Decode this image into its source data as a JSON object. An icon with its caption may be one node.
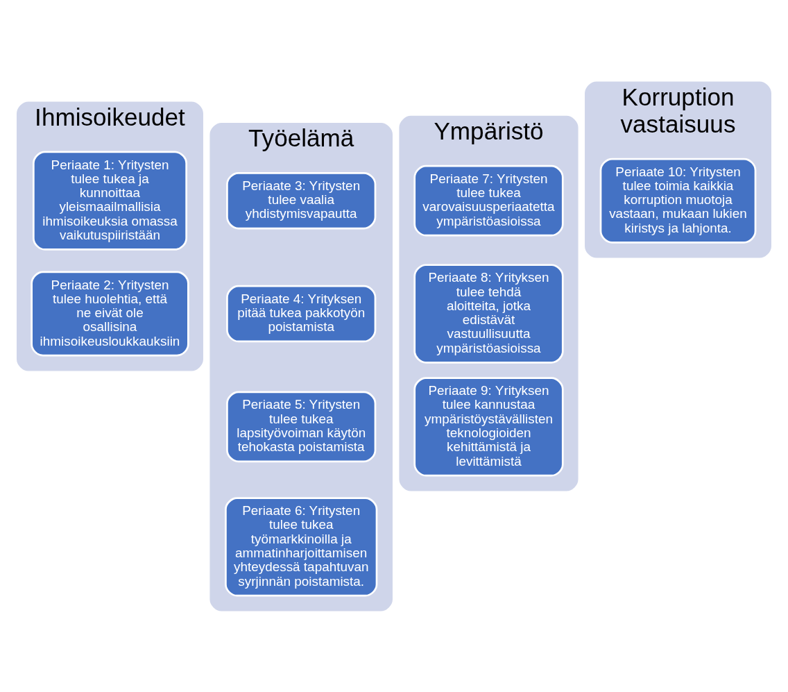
{
  "diagram": {
    "nodes": [
      {
        "text": [
          "Ihmisoikeudet"
        ]
      },
      {
        "text": [
          "Periaate 1: Yritysten tulee tukea ja kunnoittaa yleismaailmallisia ihmisoikeuksia omassa vaikutuspiiristään"
        ],
        "in": 0
      },
      {
        "text": [
          "Periaate 2: Yritysten tulee huolehtia, että ne eivät ole osallisina ihmisoikeusloukkauksiin"
        ],
        "in": 0
      },
      {
        "text": [
          "Työelämä"
        ]
      },
      {
        "text": [
          "Periaate 3: Yritysten tulee vaalia yhdistymisvapautta"
        ],
        "in": 3
      },
      {
        "text": [
          "Periaate 4: Yrityksen pitää tukea pakkotyön poistamista"
        ],
        "in": 3
      },
      {
        "text": [
          "Periaate 5: Yritysten tulee tukea lapsityövoiman käytön tehokasta poistamista"
        ],
        "in": 3
      },
      {
        "text": [
          "Periaate 6: Yritysten tulee tukea työmarkkinoilla ja ammatinharjoittamisen yhteydessä tapahtuvan syrjinnän poistamista."
        ],
        "in": 3
      },
      {
        "text": [
          "Ympäristö"
        ]
      },
      {
        "text": [
          "Periaate 7: Yritysten tulee tukea varovaisuusperiaatetta ympäristöasioissa"
        ],
        "in": 8
      },
      {
        "text": [
          "Periaate 8: Yrityksen tulee tehdä aloitteita, jotka edistävät vastuullisuutta ympäristöasioissa"
        ],
        "in": 8
      },
      {
        "text": [
          "Periaate 9: Yrityksen tulee kannustaa ympäristöystävällisten teknologioiden kehittämistä ja levittämistä"
        ],
        "in": 8
      },
      {
        "text": [
          "Korruption vastaisuus"
        ]
      },
      {
        "text": [
          "Periaate 10: Yritysten tulee toimia kaikkia korruption muotoja vastaan, mukaan lukien kiristys ja lahjonta."
        ],
        "in": 12
      }
    ]
  }
}
